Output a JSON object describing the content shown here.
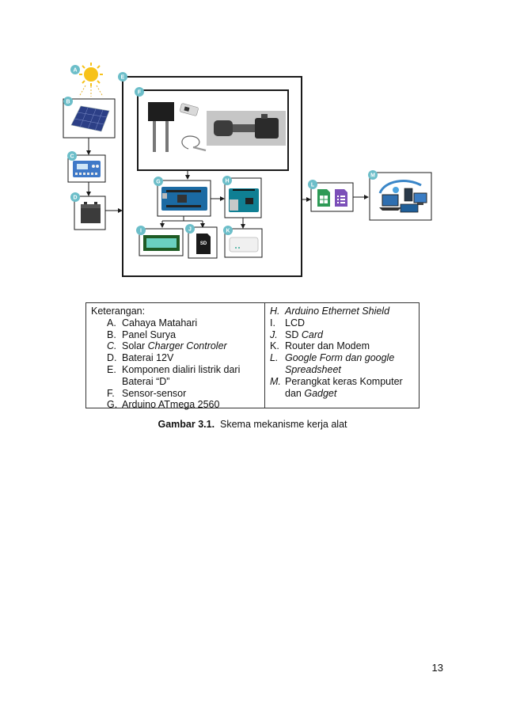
{
  "diagram": {
    "badges": {
      "a": "A",
      "b": "B",
      "c": "C",
      "d": "D",
      "e": "E",
      "f": "F",
      "g": "G",
      "h": "H",
      "i": "I",
      "j": "J",
      "k": "K",
      "l": "L",
      "m": "M"
    },
    "sd_card_text": "SD",
    "colors": {
      "badge": "#6cbec9",
      "box": "#1a1a1a",
      "sun": "#f7c21a",
      "sheets": "#2e9a56",
      "forms": "#7b4fb8"
    }
  },
  "legend": {
    "heading": "Keterangan:",
    "left_items": [
      {
        "letter": "A.",
        "text": "Cahaya Matahari",
        "letter_italic": false
      },
      {
        "letter": "B.",
        "text": "Panel Surya",
        "letter_italic": false
      },
      {
        "letter": "C.",
        "text_plain": "Solar ",
        "text_italic": "Charger Controler",
        "letter_italic": true
      },
      {
        "letter": "D.",
        "text": "Baterai 12V",
        "letter_italic": false
      },
      {
        "letter": "E.",
        "text": "Komponen dialiri listrik dari Baterai “D”",
        "letter_italic": false
      },
      {
        "letter": "F.",
        "text": "Sensor-sensor",
        "letter_italic": false
      },
      {
        "letter": "G.",
        "text": "Arduino ATmega 2560",
        "letter_italic": false
      }
    ],
    "right_items": [
      {
        "letter": "H.",
        "text": "Arduino Ethernet Shield"
      },
      {
        "letter": "I.",
        "text": "LCD"
      },
      {
        "letter": "J.",
        "text_plain": "SD ",
        "text_italic": "Card"
      },
      {
        "letter": "K.",
        "text": "Router dan Modem"
      },
      {
        "letter": "L.",
        "text": "Google Form dan google Spreadsheet"
      },
      {
        "letter": "M.",
        "text_plain": "Perangkat keras Komputer dan ",
        "text_italic": "Gadget"
      }
    ]
  },
  "caption": {
    "label": "Gambar 3.1.",
    "text": "Skema mekanisme kerja alat"
  },
  "page_number": "13"
}
